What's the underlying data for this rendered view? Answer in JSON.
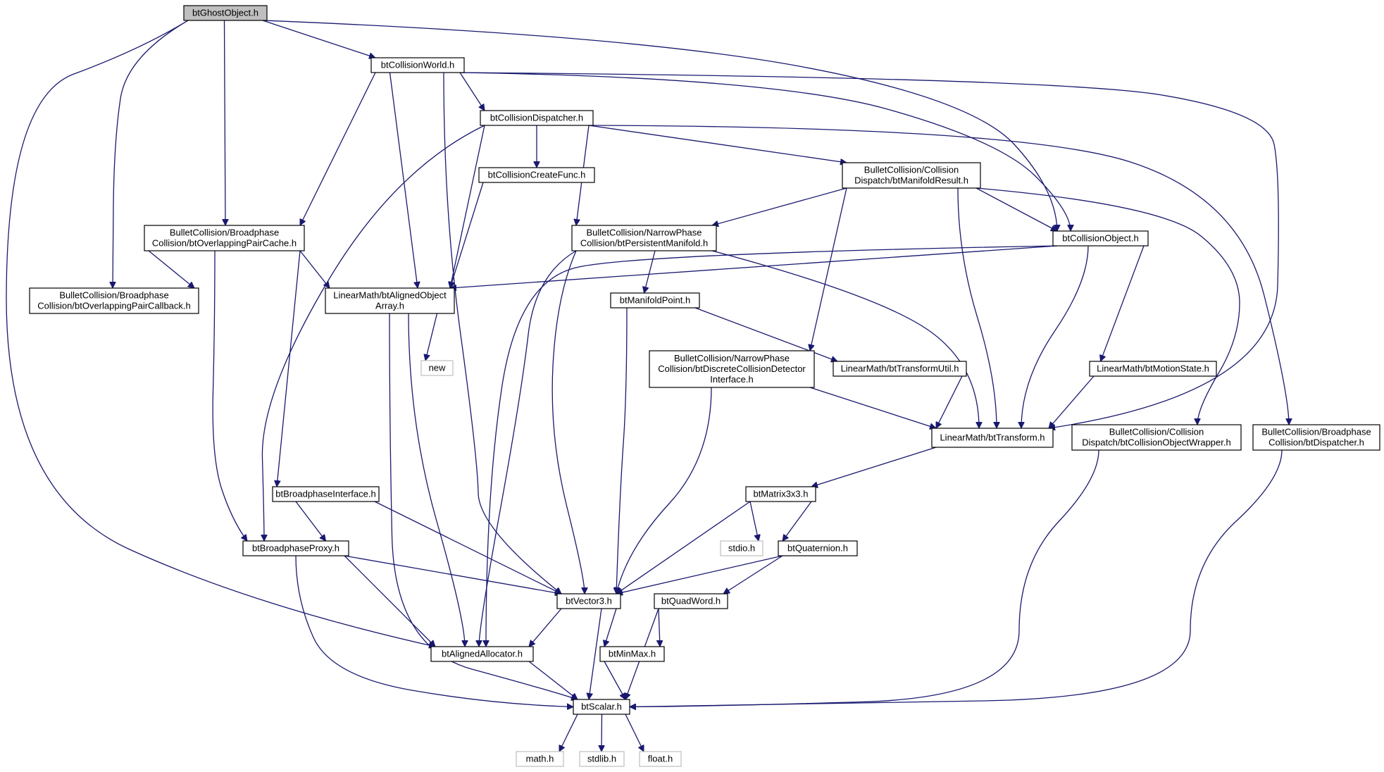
{
  "diagram": {
    "colors": {
      "edge": "#191970",
      "root_fill": "#bfbfbf",
      "system_border": "#bfbfbf",
      "node_border": "#000000"
    },
    "nodes": [
      {
        "id": "btGhostObject",
        "lines": [
          "btGhostObject.h"
        ],
        "kind": "root"
      },
      {
        "id": "btCollisionWorld",
        "lines": [
          "btCollisionWorld.h"
        ]
      },
      {
        "id": "btCollisionDispatcher",
        "lines": [
          "btCollisionDispatcher.h"
        ]
      },
      {
        "id": "btCollisionCreateFunc",
        "lines": [
          "btCollisionCreateFunc.h"
        ]
      },
      {
        "id": "btManifoldResult",
        "lines": [
          "BulletCollision/Collision",
          "Dispatch/btManifoldResult.h"
        ]
      },
      {
        "id": "btOverlappingPairCache",
        "lines": [
          "BulletCollision/Broadphase",
          "Collision/btOverlappingPairCache.h"
        ]
      },
      {
        "id": "btPersistentManifold",
        "lines": [
          "BulletCollision/NarrowPhase",
          "Collision/btPersistentManifold.h"
        ]
      },
      {
        "id": "btCollisionObject",
        "lines": [
          "btCollisionObject.h"
        ]
      },
      {
        "id": "btOverlappingPairCallback",
        "lines": [
          "BulletCollision/Broadphase",
          "Collision/btOverlappingPairCallback.h"
        ]
      },
      {
        "id": "btAlignedObjectArray",
        "lines": [
          "LinearMath/btAlignedObject",
          "Array.h"
        ]
      },
      {
        "id": "btManifoldPoint",
        "lines": [
          "btManifoldPoint.h"
        ]
      },
      {
        "id": "new",
        "lines": [
          "new"
        ],
        "kind": "system"
      },
      {
        "id": "btDiscreteCollisionDetectorInterface",
        "lines": [
          "BulletCollision/NarrowPhase",
          "Collision/btDiscreteCollisionDetector",
          "Interface.h"
        ]
      },
      {
        "id": "btTransformUtil",
        "lines": [
          "LinearMath/btTransformUtil.h"
        ]
      },
      {
        "id": "btMotionState",
        "lines": [
          "LinearMath/btMotionState.h"
        ]
      },
      {
        "id": "btTransform",
        "lines": [
          "LinearMath/btTransform.h"
        ]
      },
      {
        "id": "btCollisionObjectWrapper",
        "lines": [
          "BulletCollision/Collision",
          "Dispatch/btCollisionObjectWrapper.h"
        ]
      },
      {
        "id": "btDispatcher",
        "lines": [
          "BulletCollision/Broadphase",
          "Collision/btDispatcher.h"
        ]
      },
      {
        "id": "btMatrix3x3",
        "lines": [
          "btMatrix3x3.h"
        ]
      },
      {
        "id": "btBroadphaseInterface",
        "lines": [
          "btBroadphaseInterface.h"
        ]
      },
      {
        "id": "stdio",
        "lines": [
          "stdio.h"
        ],
        "kind": "system"
      },
      {
        "id": "btQuaternion",
        "lines": [
          "btQuaternion.h"
        ]
      },
      {
        "id": "btBroadphaseProxy",
        "lines": [
          "btBroadphaseProxy.h"
        ]
      },
      {
        "id": "btVector3",
        "lines": [
          "btVector3.h"
        ]
      },
      {
        "id": "btQuadWord",
        "lines": [
          "btQuadWord.h"
        ]
      },
      {
        "id": "btAlignedAllocator",
        "lines": [
          "btAlignedAllocator.h"
        ]
      },
      {
        "id": "btMinMax",
        "lines": [
          "btMinMax.h"
        ]
      },
      {
        "id": "btScalar",
        "lines": [
          "btScalar.h"
        ]
      },
      {
        "id": "math",
        "lines": [
          "math.h"
        ],
        "kind": "system"
      },
      {
        "id": "stdlib",
        "lines": [
          "stdlib.h"
        ],
        "kind": "system"
      },
      {
        "id": "float",
        "lines": [
          "float.h"
        ],
        "kind": "system"
      }
    ],
    "edges": [
      [
        "btGhostObject",
        "btCollisionWorld"
      ],
      [
        "btGhostObject",
        "btOverlappingPairCache"
      ],
      [
        "btGhostObject",
        "btOverlappingPairCallback"
      ],
      [
        "btGhostObject",
        "btAlignedAllocator"
      ],
      [
        "btGhostObject",
        "btCollisionObject"
      ],
      [
        "btCollisionWorld",
        "btCollisionDispatcher"
      ],
      [
        "btCollisionWorld",
        "btOverlappingPairCache"
      ],
      [
        "btCollisionWorld",
        "btAlignedObjectArray"
      ],
      [
        "btCollisionWorld",
        "btVector3"
      ],
      [
        "btCollisionWorld",
        "btCollisionObject"
      ],
      [
        "btCollisionWorld",
        "btTransform"
      ],
      [
        "btCollisionDispatcher",
        "btCollisionCreateFunc"
      ],
      [
        "btCollisionDispatcher",
        "btManifoldResult"
      ],
      [
        "btCollisionDispatcher",
        "btPersistentManifold"
      ],
      [
        "btCollisionDispatcher",
        "btAlignedObjectArray"
      ],
      [
        "btCollisionDispatcher",
        "btBroadphaseProxy"
      ],
      [
        "btCollisionDispatcher",
        "btDispatcher"
      ],
      [
        "btCollisionCreateFunc",
        "btAlignedObjectArray"
      ],
      [
        "btManifoldResult",
        "btPersistentManifold"
      ],
      [
        "btManifoldResult",
        "btCollisionObject"
      ],
      [
        "btManifoldResult",
        "btDiscreteCollisionDetectorInterface"
      ],
      [
        "btManifoldResult",
        "btTransform"
      ],
      [
        "btManifoldResult",
        "btCollisionObjectWrapper"
      ],
      [
        "btOverlappingPairCache",
        "btOverlappingPairCallback"
      ],
      [
        "btOverlappingPairCache",
        "btAlignedObjectArray"
      ],
      [
        "btOverlappingPairCache",
        "btBroadphaseInterface"
      ],
      [
        "btOverlappingPairCache",
        "btBroadphaseProxy"
      ],
      [
        "btPersistentManifold",
        "btManifoldPoint"
      ],
      [
        "btPersistentManifold",
        "btVector3"
      ],
      [
        "btPersistentManifold",
        "btAlignedAllocator"
      ],
      [
        "btPersistentManifold",
        "btTransform"
      ],
      [
        "btCollisionObject",
        "btAlignedObjectArray"
      ],
      [
        "btCollisionObject",
        "btMotionState"
      ],
      [
        "btCollisionObject",
        "btTransform"
      ],
      [
        "btCollisionObject",
        "btAlignedAllocator"
      ],
      [
        "btAlignedObjectArray",
        "new"
      ],
      [
        "btAlignedObjectArray",
        "btAlignedAllocator"
      ],
      [
        "btAlignedObjectArray",
        "btScalar"
      ],
      [
        "btManifoldPoint",
        "btTransformUtil"
      ],
      [
        "btManifoldPoint",
        "btVector3"
      ],
      [
        "btDiscreteCollisionDetectorInterface",
        "btTransform"
      ],
      [
        "btDiscreteCollisionDetectorInterface",
        "btVector3"
      ],
      [
        "btTransformUtil",
        "btTransform"
      ],
      [
        "btMotionState",
        "btTransform"
      ],
      [
        "btTransform",
        "btMatrix3x3"
      ],
      [
        "btCollisionObjectWrapper",
        "btScalar"
      ],
      [
        "btDispatcher",
        "btScalar"
      ],
      [
        "btMatrix3x3",
        "btVector3"
      ],
      [
        "btMatrix3x3",
        "stdio"
      ],
      [
        "btMatrix3x3",
        "btQuaternion"
      ],
      [
        "btBroadphaseInterface",
        "btBroadphaseProxy"
      ],
      [
        "btBroadphaseInterface",
        "btVector3"
      ],
      [
        "btQuaternion",
        "btVector3"
      ],
      [
        "btQuaternion",
        "btQuadWord"
      ],
      [
        "btBroadphaseProxy",
        "btVector3"
      ],
      [
        "btBroadphaseProxy",
        "btAlignedAllocator"
      ],
      [
        "btBroadphaseProxy",
        "btScalar"
      ],
      [
        "btVector3",
        "btAlignedAllocator"
      ],
      [
        "btVector3",
        "btMinMax"
      ],
      [
        "btVector3",
        "btScalar"
      ],
      [
        "btQuadWord",
        "btMinMax"
      ],
      [
        "btQuadWord",
        "btScalar"
      ],
      [
        "btAlignedAllocator",
        "btScalar"
      ],
      [
        "btMinMax",
        "btScalar"
      ],
      [
        "btScalar",
        "math"
      ],
      [
        "btScalar",
        "stdlib"
      ],
      [
        "btScalar",
        "float"
      ]
    ]
  }
}
